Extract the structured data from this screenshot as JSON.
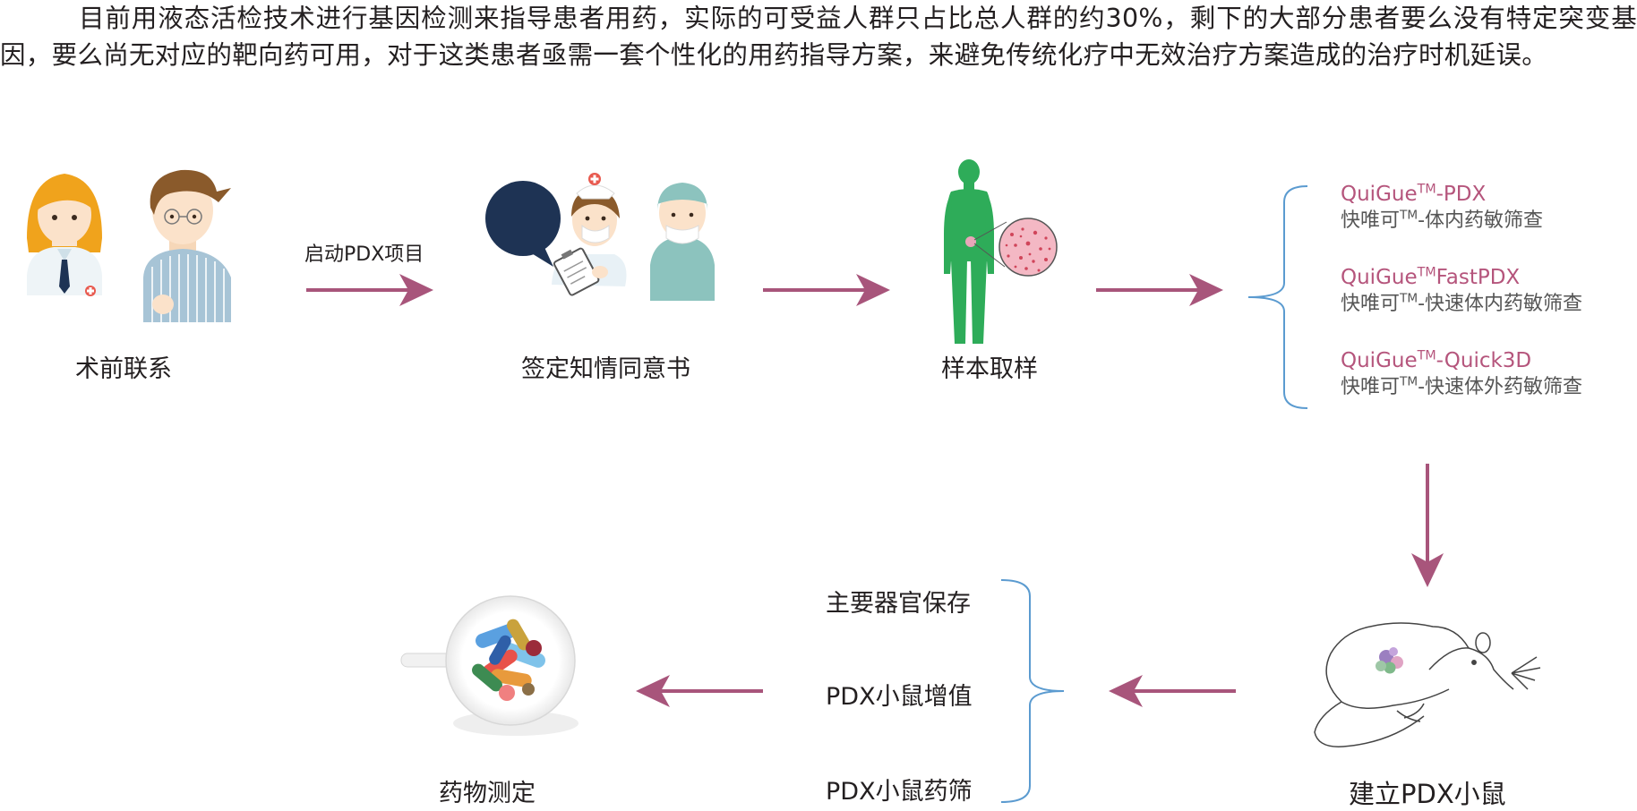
{
  "intro": "目前用液态活检技术进行基因检测来指导患者用药，实际的可受益人群只占比总人群的约30%，剩下的大部分患者要么没有特定突变基因，要么尚无对应的靶向药可用，对于这类患者亟需一套个性化的用药指导方案，来避免传统化疗中无效治疗方案造成的治疗时机延误。",
  "steps": {
    "pre_op": "术前联系",
    "consent": "签定知情同意书",
    "sampling": "样本取样",
    "pdx_mouse": "建立PDX小鼠",
    "drug_test": "药物测定"
  },
  "arrow_label": "启动PDX项目",
  "products": [
    {
      "prefix": "QuiGue",
      "tm": "TM",
      "suffix": "-PDX",
      "sub_prefix": "快唯可",
      "sub_tm": "TM",
      "sub_suffix": "-体内药敏筛查"
    },
    {
      "prefix": "QuiGue",
      "tm": "TM",
      "suffix": "FastPDX",
      "sub_prefix": "快唯可",
      "sub_tm": "TM",
      "sub_suffix": "-快速体内药敏筛查"
    },
    {
      "prefix": "QuiGue",
      "tm": "TM",
      "suffix": "-Quick3D",
      "sub_prefix": "快唯可",
      "sub_tm": "TM",
      "sub_suffix": "-快速体外药敏筛查"
    }
  ],
  "pdx_uses": [
    "主要器官保存",
    "PDX小鼠增值",
    "PDX小鼠药筛"
  ],
  "colors": {
    "arrow": "#a8557b",
    "product_title": "#b5557c",
    "bracket": "#5b9bd0",
    "body_green": "#2eac59",
    "hair_orange": "#f0a31c",
    "bubble_navy": "#1e3354",
    "surgeon_teal": "#8cc3be"
  }
}
